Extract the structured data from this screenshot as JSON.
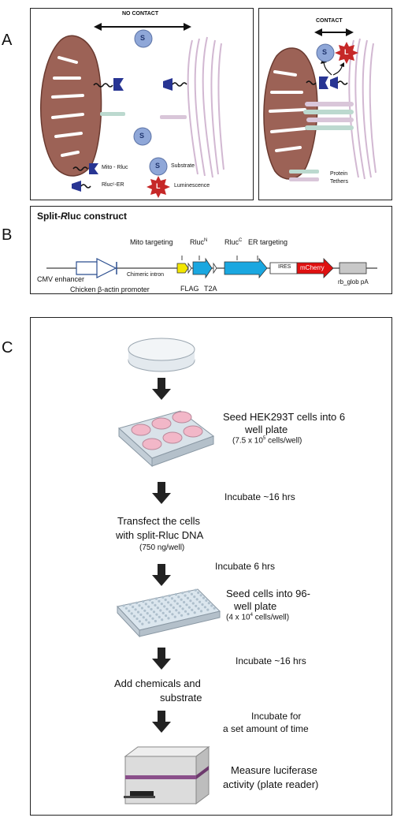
{
  "panels": {
    "a": {
      "letter": "A"
    },
    "b": {
      "letter": "B"
    },
    "c": {
      "letter": "C"
    }
  },
  "panel_a_left": {
    "header": "NO CONTACT",
    "substrate_symbol": "S",
    "legend": {
      "mito_rluc": "Mito - Rluc",
      "rluc_er": "Rlucᶜ-ER",
      "substrate": "Substrate",
      "luminescence": "Luminescence",
      "substrate_symbol": "S",
      "lum_symbol": "L"
    }
  },
  "panel_a_right": {
    "header": "CONTACT",
    "substrate_symbol": "S",
    "lum_symbol": "L",
    "legend": {
      "protein": "Protein",
      "tethers": "Tethers"
    }
  },
  "construct": {
    "title_prefix": "Split-",
    "title_italic": "R",
    "title_suffix": "luc construct",
    "labels": {
      "mito_targeting": "Mito targeting",
      "rluc_n": "Rluc",
      "rluc_n_sup": "N",
      "rluc_c": "Rluc",
      "rluc_c_sup": "C",
      "er_targeting": "ER targeting",
      "cmv": "CMV enhancer",
      "chicken": "Chicken β-actin promoter",
      "intron": "Chimeric intron",
      "flag": "FLAG",
      "t2a": "T2A",
      "ires": "IRES",
      "mcherry": "mCherry",
      "pa": "rb_glob pA"
    }
  },
  "workflow": {
    "steps": {
      "seed6_line1": "Seed HEK293T cells into 6",
      "seed6_line2": "well plate",
      "seed6_sub_prefix": "(7.5 x 10",
      "seed6_sub_sup": "5",
      "seed6_sub_suffix": " cells/well)",
      "inc1": "Incubate ~16 hrs",
      "transfect_line1": "Transfect the cells",
      "transfect_line2": "with split-Rluc DNA",
      "transfect_sub": "(750 ng/well)",
      "inc2": "Incubate 6 hrs",
      "seed96_line1": "Seed cells into 96-",
      "seed96_line2": "well plate",
      "seed96_sub_prefix": "(4 x 10",
      "seed96_sub_sup": "4",
      "seed96_sub_suffix": " cells/well)",
      "inc3": "Incubate ~16 hrs",
      "add_line1": "Add chemicals and",
      "add_line2": "substrate",
      "inc4_line1": "Incubate for",
      "inc4_line2": "a set amount of time",
      "measure_line1": "Measure luciferase",
      "measure_line2": "activity (plate reader)"
    }
  },
  "colors": {
    "mito": "#9c6256",
    "er": "#d8c4d8",
    "rluc": "#283593",
    "substrate": "#8fa7d8",
    "lum": "#c62828",
    "tether_green": "#bcd9cf",
    "tether_pink": "#d9c6d9",
    "rluc_segment": "#1aa7e0",
    "mcherry": "#e01010",
    "yellow": "#f2e600",
    "orange": "#f5b400"
  }
}
